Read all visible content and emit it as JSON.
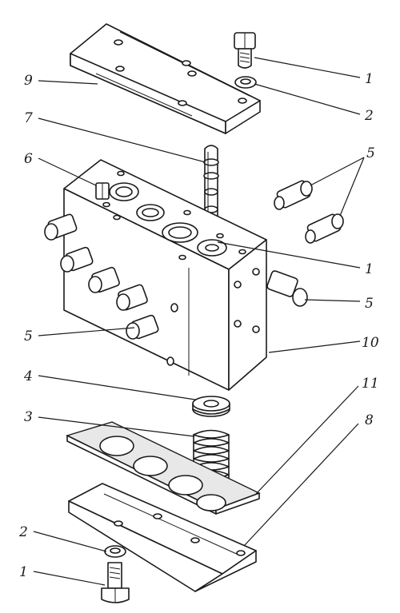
{
  "callouts": {
    "c1_top": "1",
    "c2_top": "2",
    "c9": "9",
    "c7": "7",
    "c6": "6",
    "c5_top": "5",
    "c1_mid": "1",
    "c5_right": "5",
    "c5_left": "5",
    "c10": "10",
    "c4": "4",
    "c11": "11",
    "c3": "3",
    "c8": "8",
    "c2_bottom": "2",
    "c1_bottom": "1"
  }
}
